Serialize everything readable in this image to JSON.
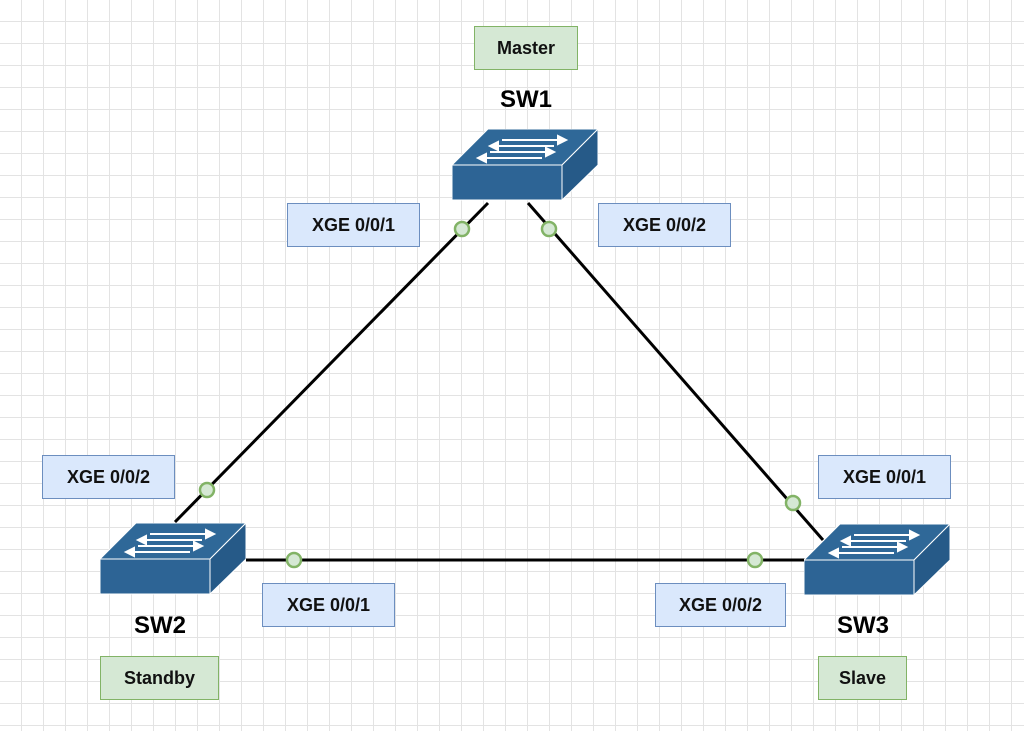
{
  "colors": {
    "port_label_fill": "#dae8fc",
    "port_label_border": "#6c8ebf",
    "role_fill": "#d5e8d4",
    "role_border": "#82b366",
    "switch_front": "#2d6495",
    "switch_top": "#2f6898",
    "switch_side": "#265a88",
    "link_line": "#000000",
    "port_dot_fill": "#d5e8d4",
    "port_dot_stroke": "#82b366"
  },
  "icons": {
    "switch": "network-switch-icon",
    "port": "port-dot-icon"
  },
  "switches": {
    "sw1": {
      "name": "SW1",
      "role": "Master"
    },
    "sw2": {
      "name": "SW2",
      "role": "Standby"
    },
    "sw3": {
      "name": "SW3",
      "role": "Slave"
    }
  },
  "ports": {
    "sw1_p1": "XGE 0/0/1",
    "sw1_p2": "XGE 0/0/2",
    "sw2_p2": "XGE 0/0/2",
    "sw2_p1": "XGE 0/0/1",
    "sw3_p1": "XGE 0/0/1",
    "sw3_p2": "XGE 0/0/2"
  }
}
